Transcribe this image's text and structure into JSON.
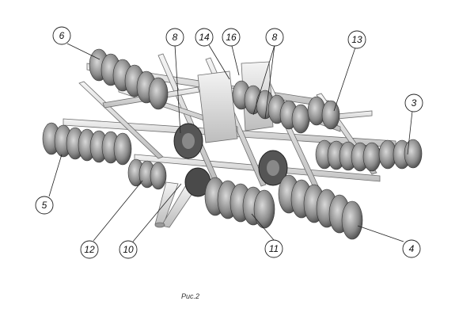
{
  "figure": {
    "caption": "Рис.2",
    "callouts": [
      "6",
      "8",
      "14",
      "16",
      "8",
      "13",
      "3",
      "5",
      "12",
      "10",
      "11",
      "4"
    ]
  }
}
